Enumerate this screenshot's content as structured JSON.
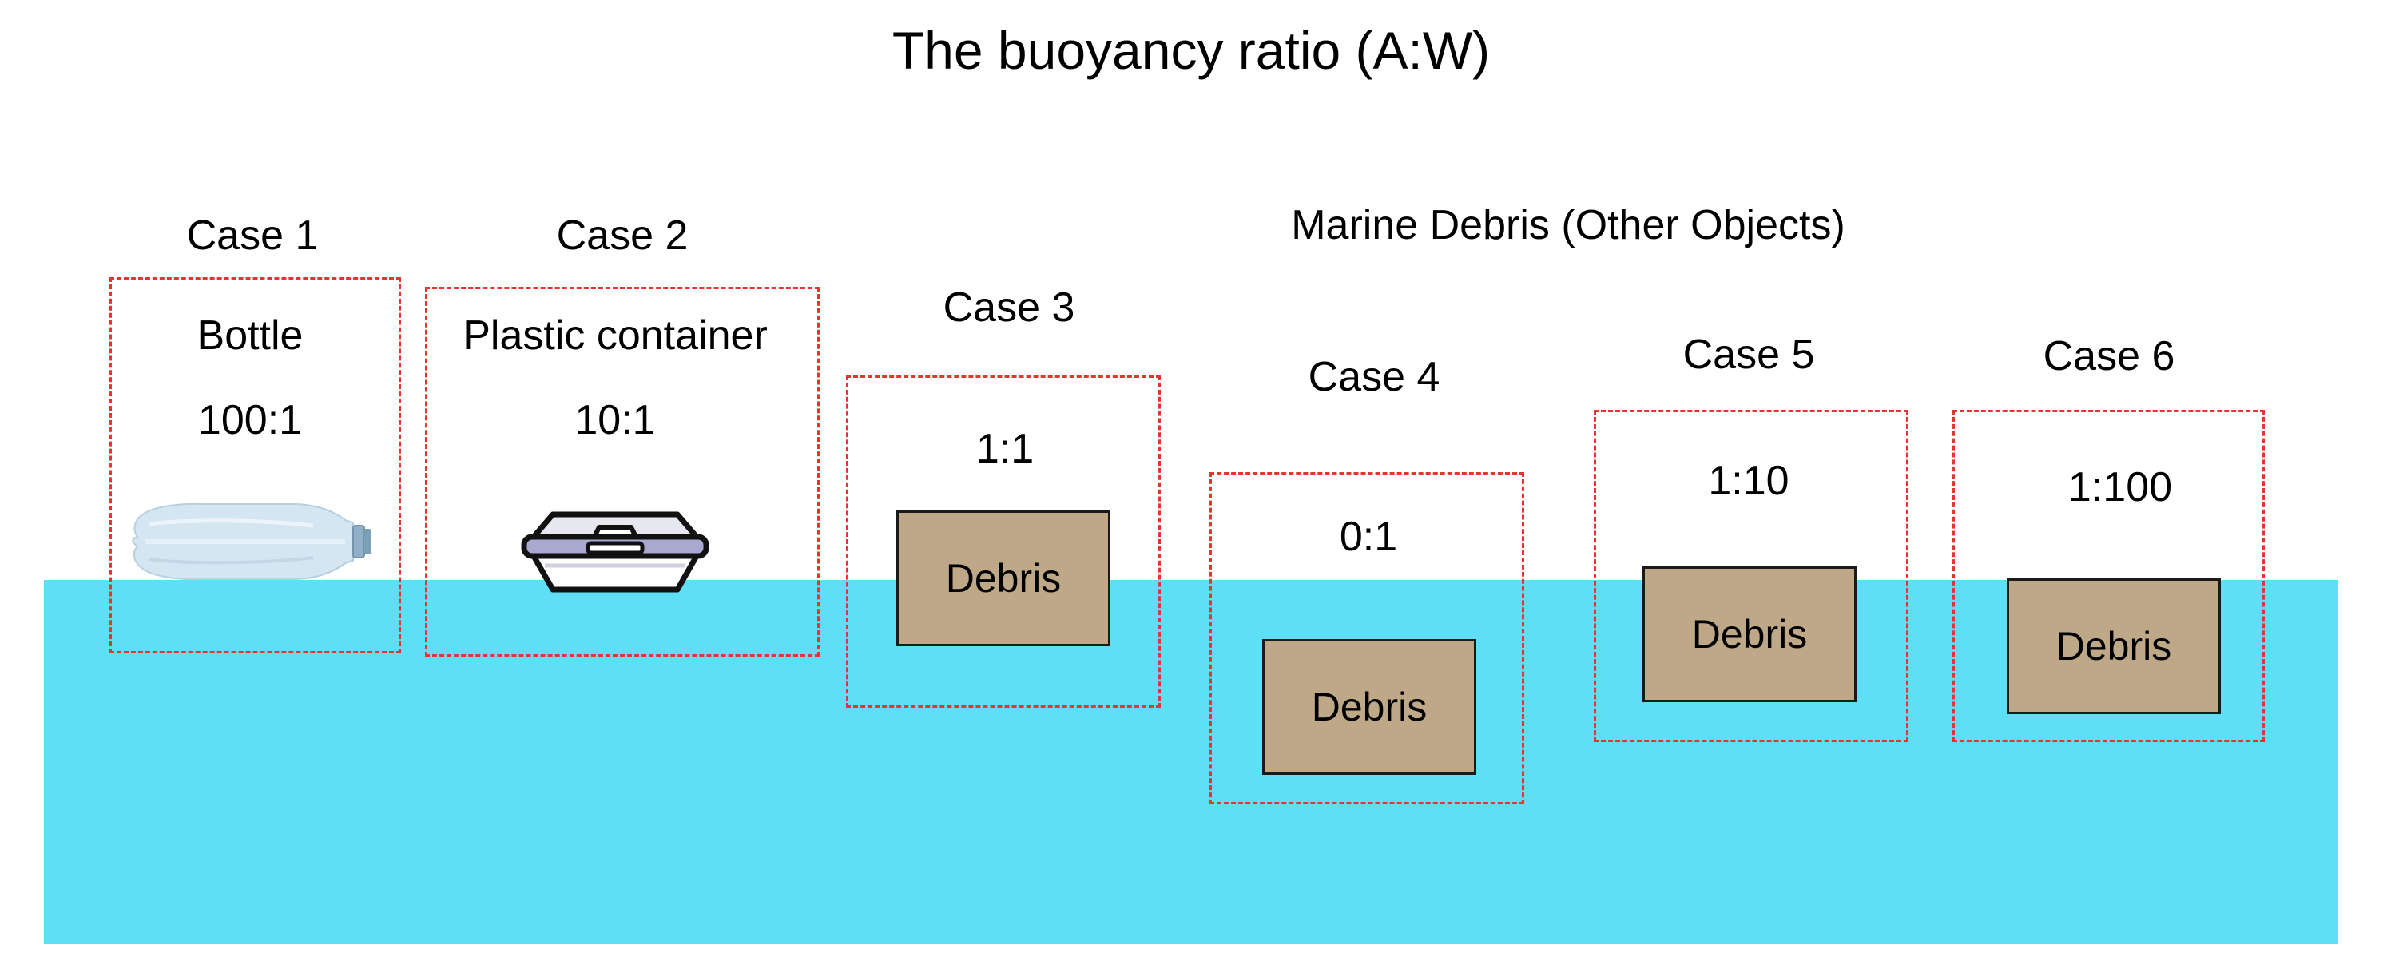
{
  "title": "The buoyancy ratio (A:W)",
  "group_label": "Marine Debris (Other Objects)",
  "colors": {
    "water": "#5edff5",
    "debris": "#bea888",
    "box_border": "#e8342e",
    "text": "#000000"
  },
  "cases": [
    {
      "label": "Case 1",
      "object": "Bottle",
      "ratio": "100:1",
      "icon": "bottle-icon"
    },
    {
      "label": "Case 2",
      "object": "Plastic container",
      "ratio": "10:1",
      "icon": "food-container-icon"
    },
    {
      "label": "Case 3",
      "ratio": "1:1",
      "debris_label": "Debris"
    },
    {
      "label": "Case 4",
      "ratio": "0:1",
      "debris_label": "Debris"
    },
    {
      "label": "Case 5",
      "ratio": "1:10",
      "debris_label": "Debris"
    },
    {
      "label": "Case 6",
      "ratio": "1:100",
      "debris_label": "Debris"
    }
  ]
}
